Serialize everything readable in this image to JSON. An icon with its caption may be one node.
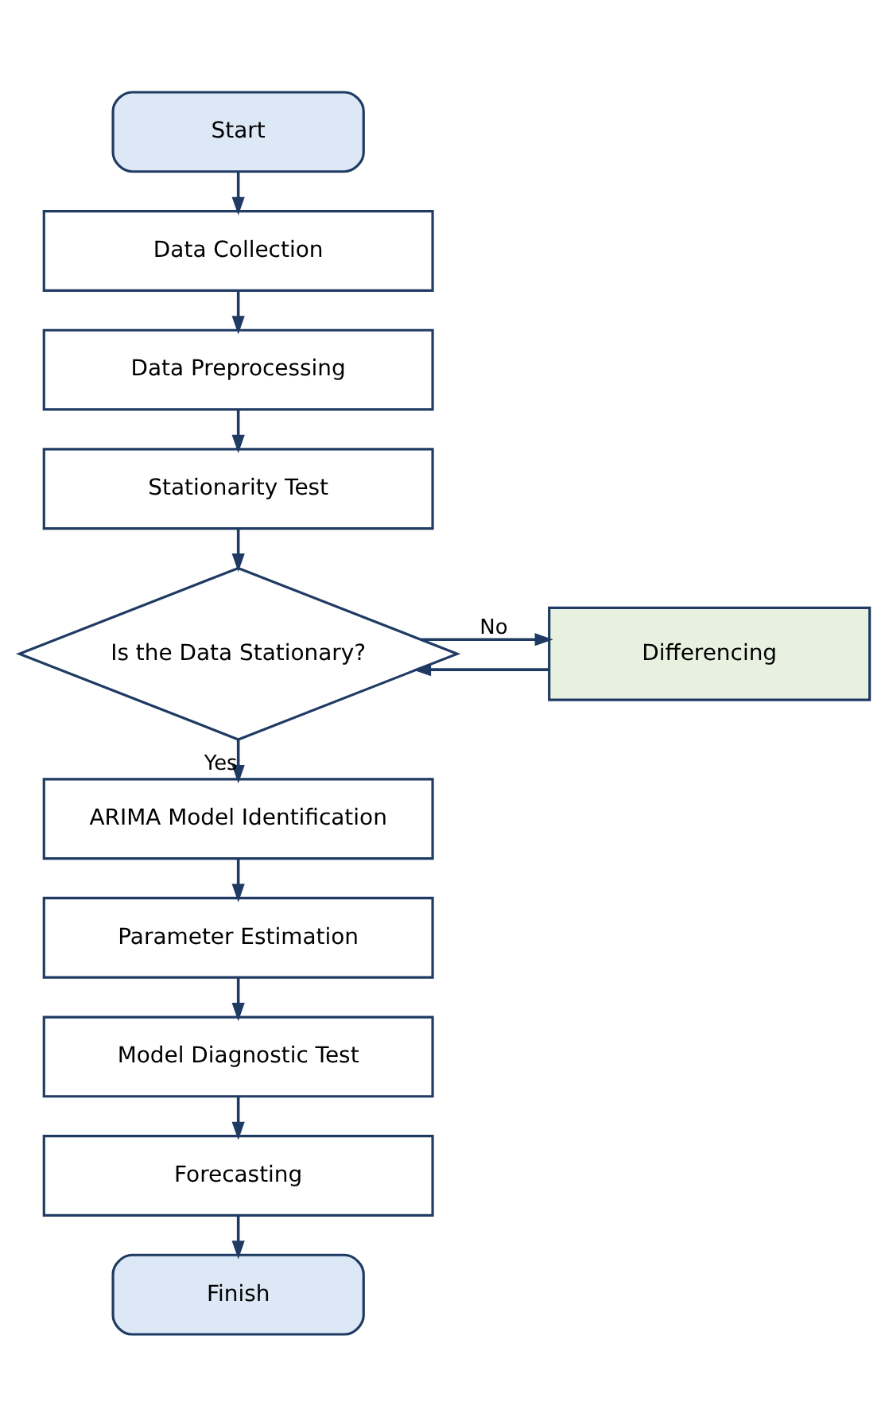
{
  "diagram": {
    "nodes": [
      {
        "text": [
          "Start"
        ]
      },
      {
        "text": [
          "Data Collection"
        ]
      },
      {
        "text": [
          "Data Preprocessing"
        ]
      },
      {
        "text": [
          "Stationarity Test"
        ]
      },
      {
        "text": [
          "Is the Data Stationary?"
        ]
      },
      {
        "text": [
          "Differencing"
        ]
      },
      {
        "text": [
          "ARIMA Model Identification"
        ]
      },
      {
        "text": [
          "Parameter Estimation"
        ]
      },
      {
        "text": [
          "Model Diagnostic Test"
        ]
      },
      {
        "text": [
          "Forecasting"
        ]
      },
      {
        "text": [
          "Finish"
        ]
      }
    ],
    "edges": [
      {
        "from": 0,
        "to": 1,
        "arrow": "to"
      },
      {
        "from": 1,
        "to": 2,
        "arrow": "to"
      },
      {
        "from": 2,
        "to": 3,
        "arrow": "to"
      },
      {
        "from": 3,
        "to": 4,
        "arrow": "to"
      },
      {
        "from": 4,
        "to": 5,
        "arrow": "to",
        "label": "No"
      },
      {
        "from": 5,
        "to": 4,
        "arrow": "to"
      },
      {
        "from": 4,
        "to": 6,
        "arrow": "to",
        "label": "Yes"
      },
      {
        "from": 6,
        "to": 7,
        "arrow": "to"
      },
      {
        "from": 7,
        "to": 8,
        "arrow": "to"
      },
      {
        "from": 8,
        "to": 9,
        "arrow": "to"
      },
      {
        "from": 9,
        "to": 10,
        "arrow": "to"
      }
    ]
  }
}
